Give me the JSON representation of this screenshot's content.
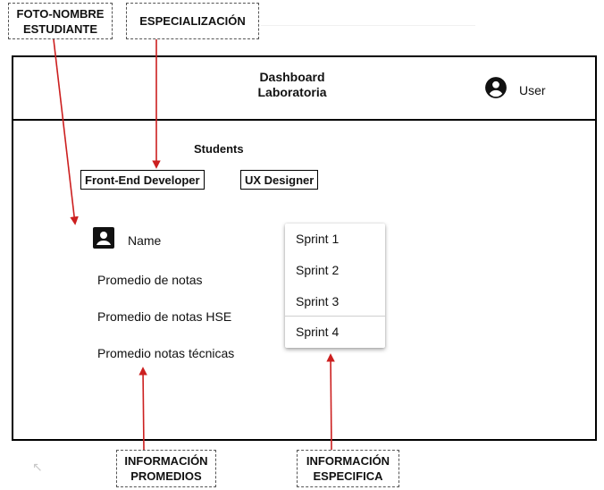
{
  "annotations": {
    "photo_name": "FOTO-NOMBRE\nESTUDIANTE",
    "specialization": "ESPECIALIZACIÓN",
    "averages_info": "INFORMACIÓN\nPROMEDIOS",
    "specific_info": "INFORMACIÓN\nESPECIFICA"
  },
  "header": {
    "title": "Dashboard\nLaboratoria",
    "user_label": "User",
    "user_icon": "account-circle-icon"
  },
  "students": {
    "heading": "Students",
    "tabs": [
      "Front-End Developer",
      "UX Designer"
    ]
  },
  "profile": {
    "name_label": "Name",
    "photo_icon": "contact-card-icon",
    "averages": [
      "Promedio de notas",
      "Promedio de notas HSE",
      "Promedio notas técnicas"
    ]
  },
  "sprint_menu": {
    "items": [
      "Sprint 1",
      "Sprint 2",
      "Sprint 3",
      "Sprint 4"
    ]
  },
  "colors": {
    "arrow": "#cc1f1f",
    "border": "#000000"
  }
}
